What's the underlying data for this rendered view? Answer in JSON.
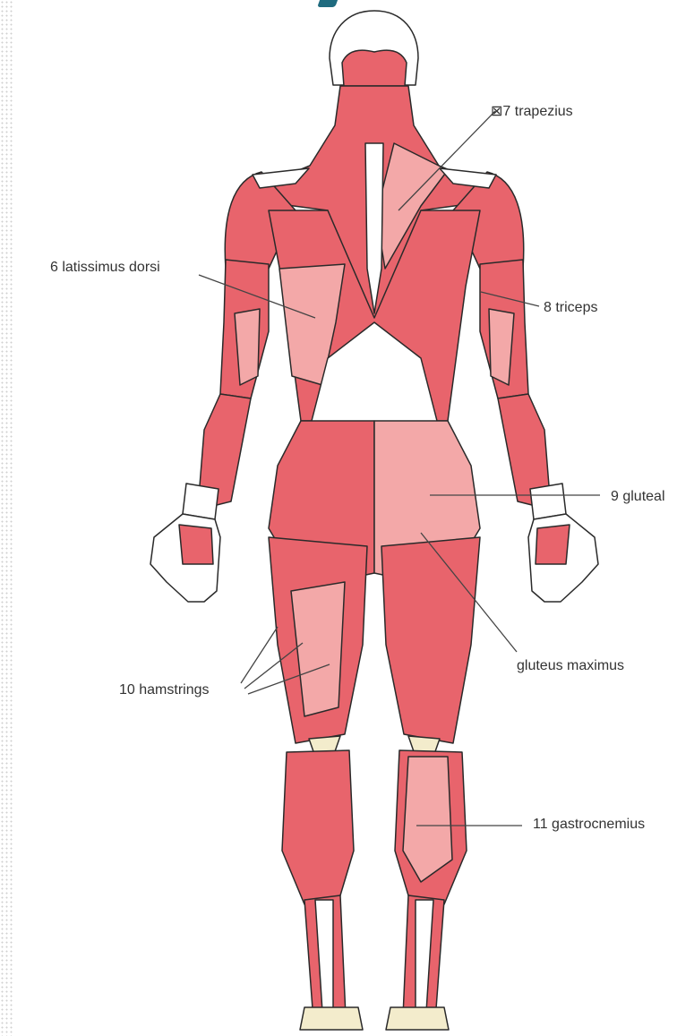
{
  "colors": {
    "muscle": "#e8646c",
    "muscle_light": "#f3a8a8",
    "outline": "#2a2a2a",
    "tendon": "#ffffff",
    "bone": "#f3eccc",
    "label_text": "#333333",
    "leader_line": "#444444",
    "accent_mark": "#1f6b7f"
  },
  "labels": {
    "trapezius": "⊠7 trapezius",
    "latissimus": "6 latissimus dorsi",
    "triceps": "8 triceps",
    "gluteal": "9 gluteal",
    "gluteus_max": "gluteus maximus",
    "hamstrings": "10 hamstrings",
    "gastrocnemius": "11 gastrocnemius"
  }
}
